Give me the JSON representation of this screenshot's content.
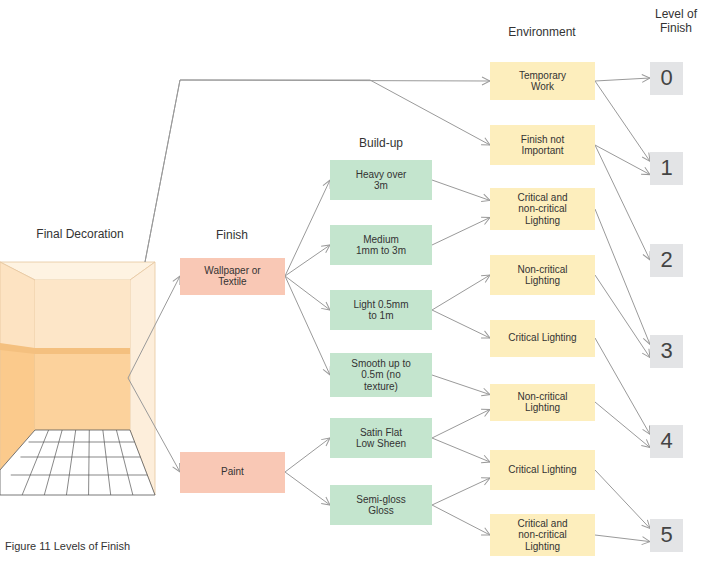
{
  "diagram": {
    "caption": "Figure 11 Levels of Finish",
    "nodes": [
      {
        "text": [
          "Final Decoration"
        ]
      },
      {
        "text": [
          "Wallpaper or Textile"
        ]
      },
      {
        "text": [
          "Paint"
        ]
      },
      {
        "text": [
          "Heavy over 3m"
        ]
      },
      {
        "text": [
          "Medium 1mm to 3m"
        ]
      },
      {
        "text": [
          "Light 0.5mm to 1m"
        ]
      },
      {
        "text": [
          "Smooth up to 0.5m (no texture)"
        ]
      },
      {
        "text": [
          "Satin Flat Low Sheen"
        ]
      },
      {
        "text": [
          "Semi-gloss Gloss"
        ]
      },
      {
        "text": [
          "Temporary Work"
        ]
      },
      {
        "text": [
          "Finish not Important"
        ]
      },
      {
        "text": [
          "Critical and non-critical Lighting"
        ]
      },
      {
        "text": [
          "Non-critical Lighting"
        ]
      },
      {
        "text": [
          "Critical Lighting"
        ]
      },
      {
        "text": [
          "Non-critical Lighting"
        ]
      },
      {
        "text": [
          "Critical Lighting"
        ]
      },
      {
        "text": [
          "Critical and non-critical Lighting"
        ]
      },
      {
        "text": [
          "0"
        ]
      },
      {
        "text": [
          "1"
        ]
      },
      {
        "text": [
          "2"
        ]
      },
      {
        "text": [
          "3"
        ]
      },
      {
        "text": [
          "4"
        ]
      },
      {
        "text": [
          "5"
        ]
      }
    ],
    "edges": [
      {
        "from": 0,
        "to": 9,
        "arrow": "to"
      },
      {
        "from": 0,
        "to": 10,
        "arrow": "to"
      },
      {
        "from": 0,
        "to": 1,
        "arrow": "to"
      },
      {
        "from": 0,
        "to": 2,
        "arrow": "to"
      },
      {
        "from": 1,
        "to": 3,
        "arrow": "to"
      },
      {
        "from": 1,
        "to": 4,
        "arrow": "to"
      },
      {
        "from": 1,
        "to": 5,
        "arrow": "to"
      },
      {
        "from": 1,
        "to": 6,
        "arrow": "to"
      },
      {
        "from": 2,
        "to": 7,
        "arrow": "to"
      },
      {
        "from": 2,
        "to": 8,
        "arrow": "to"
      },
      {
        "from": 3,
        "to": 11,
        "arrow": "to"
      },
      {
        "from": 4,
        "to": 11,
        "arrow": "to"
      },
      {
        "from": 5,
        "to": 12,
        "arrow": "to"
      },
      {
        "from": 5,
        "to": 13,
        "arrow": "to"
      },
      {
        "from": 6,
        "to": 14,
        "arrow": "to"
      },
      {
        "from": 7,
        "to": 14,
        "arrow": "to"
      },
      {
        "from": 7,
        "to": 15,
        "arrow": "to"
      },
      {
        "from": 8,
        "to": 15,
        "arrow": "to"
      },
      {
        "from": 8,
        "to": 16,
        "arrow": "to"
      },
      {
        "from": 9,
        "to": 17,
        "arrow": "to"
      },
      {
        "from": 9,
        "to": 18,
        "arrow": "to"
      },
      {
        "from": 10,
        "to": 18,
        "arrow": "to"
      },
      {
        "from": 10,
        "to": 19,
        "arrow": "to"
      },
      {
        "from": 11,
        "to": 20,
        "arrow": "to"
      },
      {
        "from": 12,
        "to": 20,
        "arrow": "to"
      },
      {
        "from": 13,
        "to": 21,
        "arrow": "to"
      },
      {
        "from": 14,
        "to": 21,
        "arrow": "to"
      },
      {
        "from": 15,
        "to": 22,
        "arrow": "to"
      },
      {
        "from": 16,
        "to": 22,
        "arrow": "to"
      }
    ],
    "labels": [
      "Build-up",
      "Environment",
      "Level of Finish",
      "Finish"
    ]
  }
}
